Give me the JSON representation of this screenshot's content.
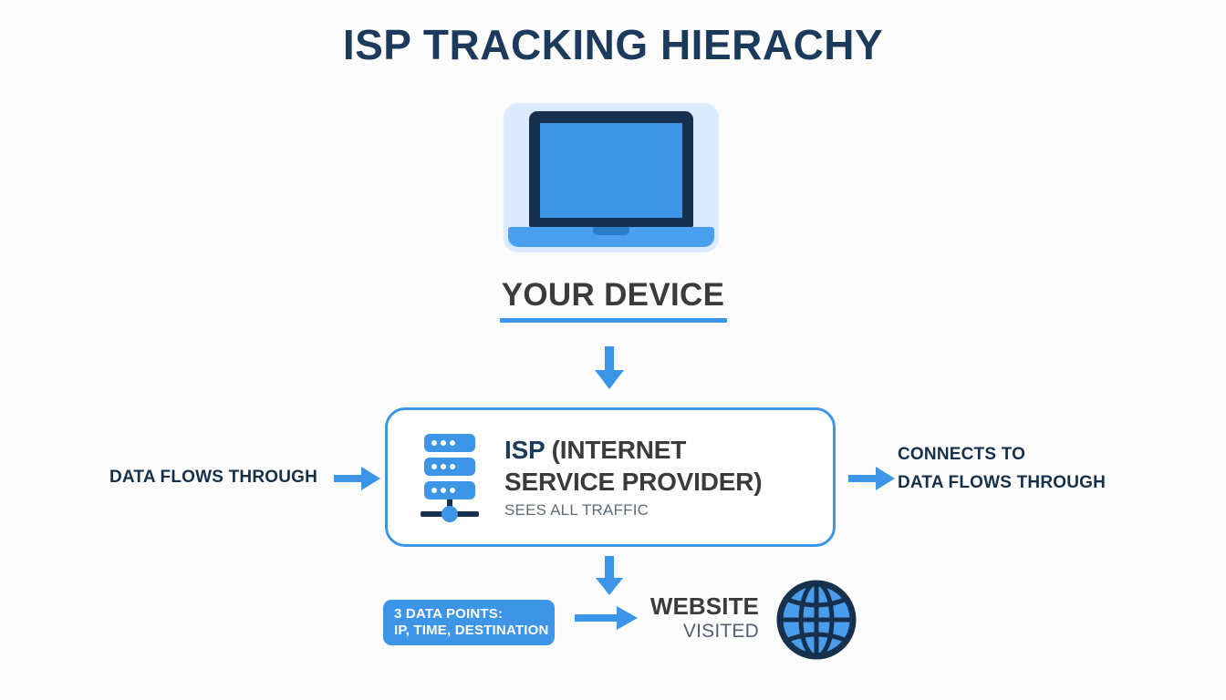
{
  "page": {
    "title": "ISP TRACKING HIERACHY",
    "background_color": "#fcfcfd"
  },
  "colors": {
    "title_navy": "#1b3a5c",
    "accent_blue": "#3d95e8",
    "laptop_bezel": "#16304d",
    "laptop_screen": "#3d95e8",
    "laptop_base": "#4aa0ee",
    "laptop_glow": "#dbeafe",
    "text_dark": "#3b3b3b",
    "text_muted": "#5f6b75",
    "badge_bg": "#3d95e8",
    "badge_text": "#ffffff",
    "globe_fill": "#4a9ded",
    "globe_lines": "#16304d"
  },
  "device": {
    "icon": "laptop-icon",
    "label": "YOUR DEVICE"
  },
  "flow": {
    "arrow_device_to_isp": "arrow-down-icon",
    "arrow_isp_to_website": "arrow-down-icon",
    "arrow_left_inbound": "arrow-right-icon",
    "arrow_right_outbound": "arrow-right-icon",
    "arrow_badge_to_website": "arrow-right-icon"
  },
  "isp": {
    "icon": "server-icon",
    "title_abbr": "ISP ",
    "title_line1_rest": "(INTERNET",
    "title_line2": "SERVICE PROVIDER)",
    "subtitle": "SEES ALL TRAFFIC"
  },
  "labels": {
    "left": "DATA FLOWS THROUGH",
    "right_line1": "CONNECTS TO",
    "right_line2": "DATA FLOWS THROUGH"
  },
  "data_points_badge": {
    "line1": "3 DATA POINTS:",
    "line2": "IP, TIME, DESTINATION"
  },
  "website": {
    "main": "WEBSITE",
    "sub": "VISITED",
    "icon": "globe-icon"
  }
}
